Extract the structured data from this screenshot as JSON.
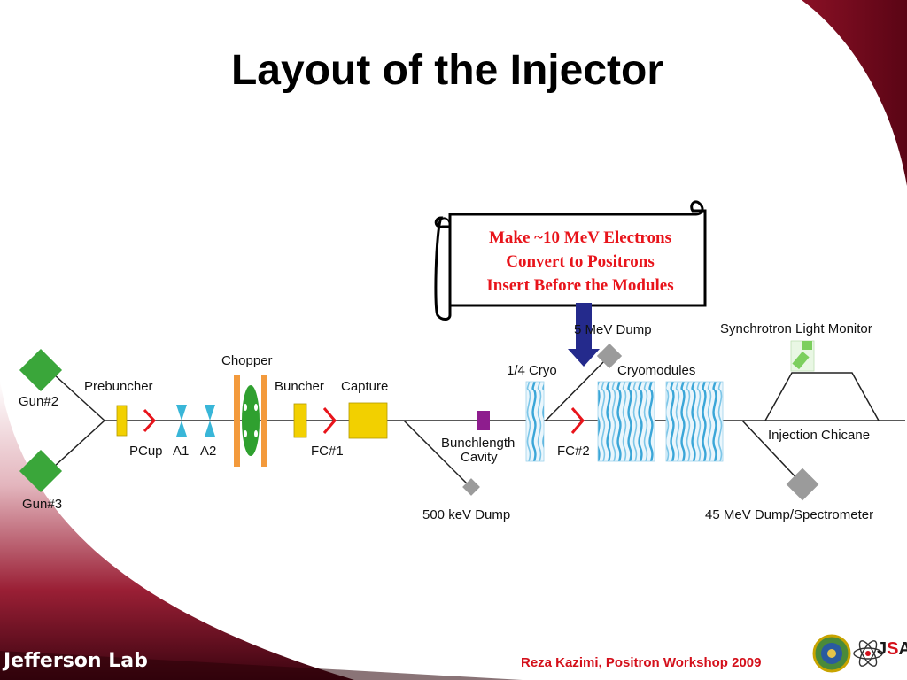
{
  "slide": {
    "title": "Layout of the Injector",
    "footer_credit": "Reza Kazimi, Positron Workshop 2009",
    "brand_logo": "Jefferson Lab",
    "jsa_logo": {
      "j": "J",
      "s": "S",
      "a": "A"
    }
  },
  "callout": {
    "lines": [
      "Make ~10 MeV Electrons",
      "Convert to Positrons",
      "Insert Before the Modules"
    ]
  },
  "labels": {
    "gun2": "Gun#2",
    "gun3": "Gun#3",
    "prebuncher": "Prebuncher",
    "chopper": "Chopper",
    "buncher": "Buncher",
    "capture": "Capture",
    "pcup": "PCup",
    "a1": "A1",
    "a2": "A2",
    "fc1": "FC#1",
    "bunchlength_line1": "Bunchlength",
    "bunchlength_line2": "Cavity",
    "dump_500kev": "500 keV Dump",
    "quarter_cryo": "1/4 Cryo",
    "fc2": "FC#2",
    "dump_5mev": "5 MeV Dump",
    "cryomodules": "Cryomodules",
    "synchrotron_monitor": "Synchrotron Light Monitor",
    "injection_chicane": "Injection Chicane",
    "dump_45mev": "45 MeV Dump/Spectrometer"
  },
  "colors": {
    "gun": "#3aa63a",
    "yellow_element": "#f2d000",
    "chopper_plate": "#f39a3c",
    "chopper_green": "#2fa02f",
    "faraday_cup": "#e8141b",
    "quad": "#39b6d8",
    "purple_cavity": "#8e1d8e",
    "dump_gray": "#9b9b9b",
    "arrow_navy": "#242a8c",
    "cryo_blue": "#4fb3e0",
    "title_red": "#d4101b"
  },
  "icons": [
    "scroll-callout",
    "down-arrow-icon",
    "jsa-logo-icon",
    "doe-seal-icon",
    "atom-icon"
  ]
}
